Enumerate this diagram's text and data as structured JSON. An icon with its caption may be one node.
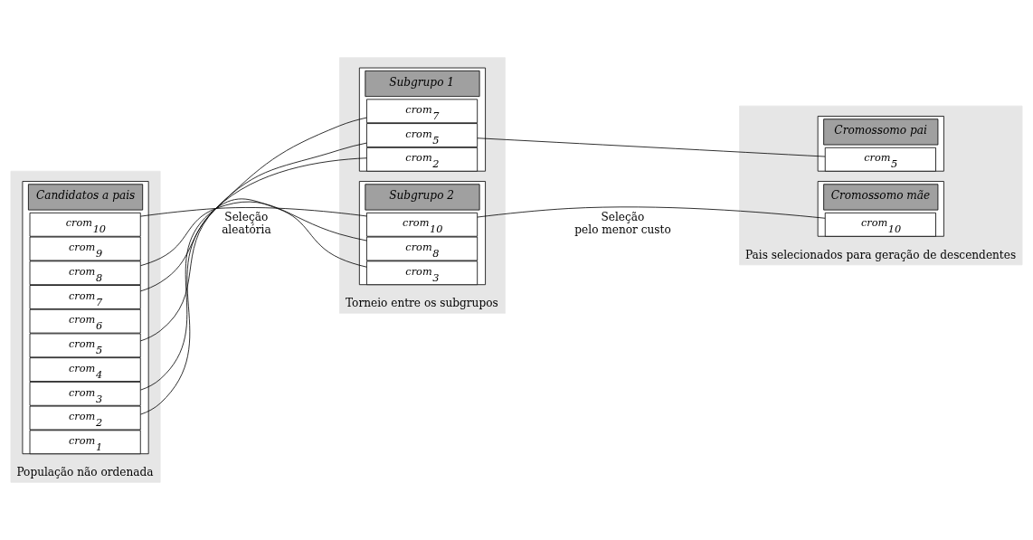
{
  "diagram": {
    "nodes": [
      {
        "text": [
          "População não ordenada"
        ]
      },
      {
        "text": [
          "Candidatos a pais"
        ],
        "in": 0
      },
      {
        "text": [
          "crom$_{1}$"
        ],
        "in": 1
      },
      {
        "text": [
          "crom$_{2}$"
        ],
        "in": 1
      },
      {
        "text": [
          "crom$_{3}$"
        ],
        "in": 1
      },
      {
        "text": [
          "crom$_{4}$"
        ],
        "in": 1
      },
      {
        "text": [
          "crom$_{5}$"
        ],
        "in": 1
      },
      {
        "text": [
          "crom$_{6}$"
        ],
        "in": 1
      },
      {
        "text": [
          "crom$_{7}$"
        ],
        "in": 1
      },
      {
        "text": [
          "crom$_{8}$"
        ],
        "in": 1
      },
      {
        "text": [
          "crom$_{9}$"
        ],
        "in": 1
      },
      {
        "text": [
          "crom$_{10}$"
        ],
        "in": 1
      },
      {
        "text": [
          "Torneio entre os subgrupos"
        ]
      },
      {
        "text": [
          "Subgrupo 1"
        ],
        "in": 12
      },
      {
        "text": [
          "crom$_{2}$"
        ],
        "in": 13
      },
      {
        "text": [
          "crom$_{5}$"
        ],
        "in": 13
      },
      {
        "text": [
          "crom$_{7}$"
        ],
        "in": 13
      },
      {
        "text": [
          "Subgrupo 2"
        ],
        "in": 12
      },
      {
        "text": [
          "crom$_{3}$"
        ],
        "in": 17
      },
      {
        "text": [
          "crom$_{8}$"
        ],
        "in": 17
      },
      {
        "text": [
          "crom$_{10}$"
        ],
        "in": 17
      },
      {
        "text": [
          "Pais selecionados para geração de descendentes"
        ]
      },
      {
        "text": [
          "Cromossomo pai"
        ],
        "in": 21
      },
      {
        "text": [
          "crom$_{5}$"
        ],
        "in": 22
      },
      {
        "text": [
          "Cromossomo mãe"
        ],
        "in": 21
      },
      {
        "text": [
          "crom$_{10}$"
        ],
        "in": 24
      }
    ],
    "edges": [
      {
        "from": 3,
        "to": 14,
        "arrow": "none"
      },
      {
        "from": 6,
        "to": 15,
        "arrow": "none"
      },
      {
        "from": 8,
        "to": 16,
        "arrow": "none"
      },
      {
        "from": 4,
        "to": 18,
        "arrow": "none"
      },
      {
        "from": 9,
        "to": 19,
        "arrow": "none"
      },
      {
        "from": 11,
        "to": 20,
        "arrow": "none"
      },
      {
        "from": 15,
        "to": 23,
        "arrow": "none"
      },
      {
        "from": 20,
        "to": 25,
        "arrow": "none"
      }
    ],
    "labels": [
      "Seleção aleatória",
      "Seleção pelo menor custo"
    ]
  }
}
